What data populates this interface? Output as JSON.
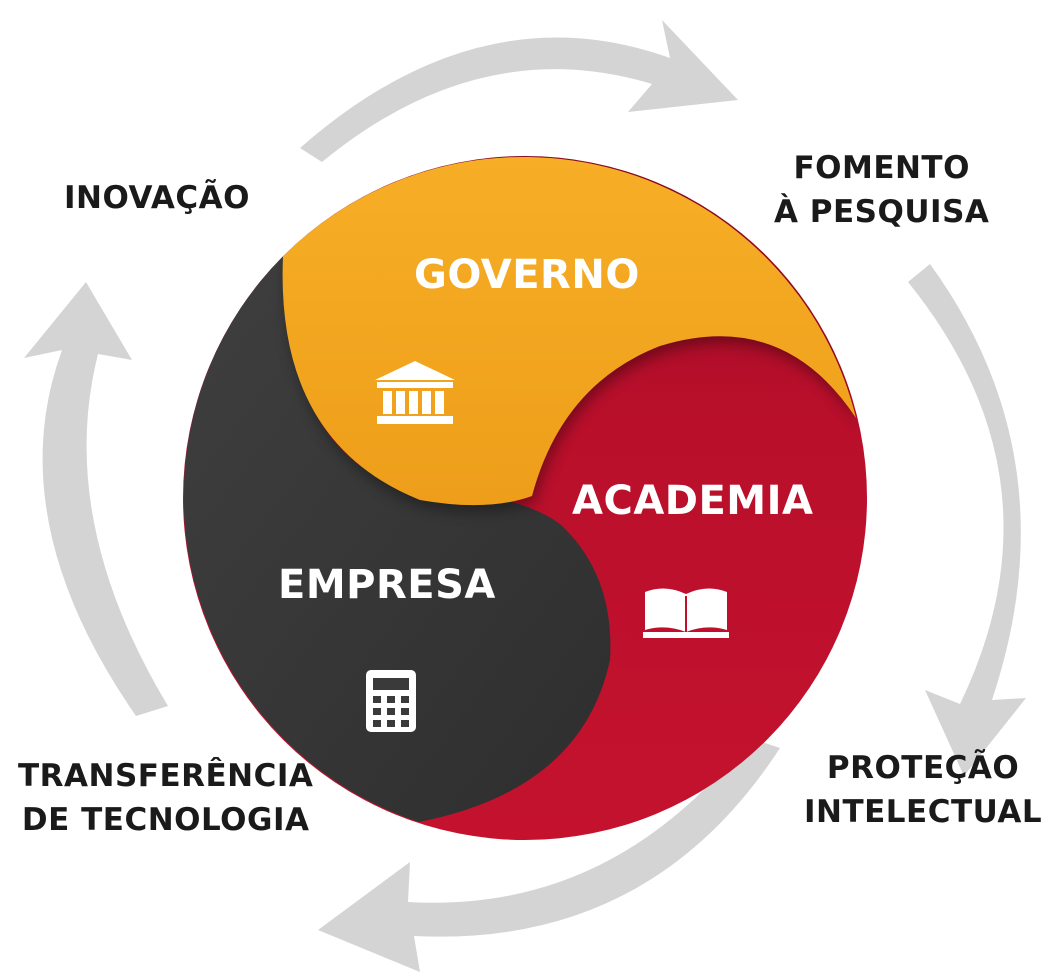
{
  "outer_labels": {
    "inovacao": "INOVAÇÃO",
    "fomento_line1": "FOMENTO",
    "fomento_line2": "À PESQUISA",
    "protecao_line1": "PROTEÇÃO",
    "protecao_line2": "INTELECTUAL",
    "transferencia_line1": "TRANSFERÊNCIA",
    "transferencia_line2": "DE TECNOLOGIA"
  },
  "sectors": {
    "governo": {
      "label": "GOVERNO",
      "icon": "government-building-icon",
      "color": "#F5A623"
    },
    "academia": {
      "label": "ACADEMIA",
      "icon": "open-book-icon",
      "color": "#C0102C"
    },
    "empresa": {
      "label": "EMPRESA",
      "icon": "calculator-icon",
      "color": "#3A3A3A"
    }
  },
  "colors": {
    "arrows": "#D4D4D4",
    "text_dark": "#1A1A1A",
    "text_light": "#FFFFFF"
  }
}
